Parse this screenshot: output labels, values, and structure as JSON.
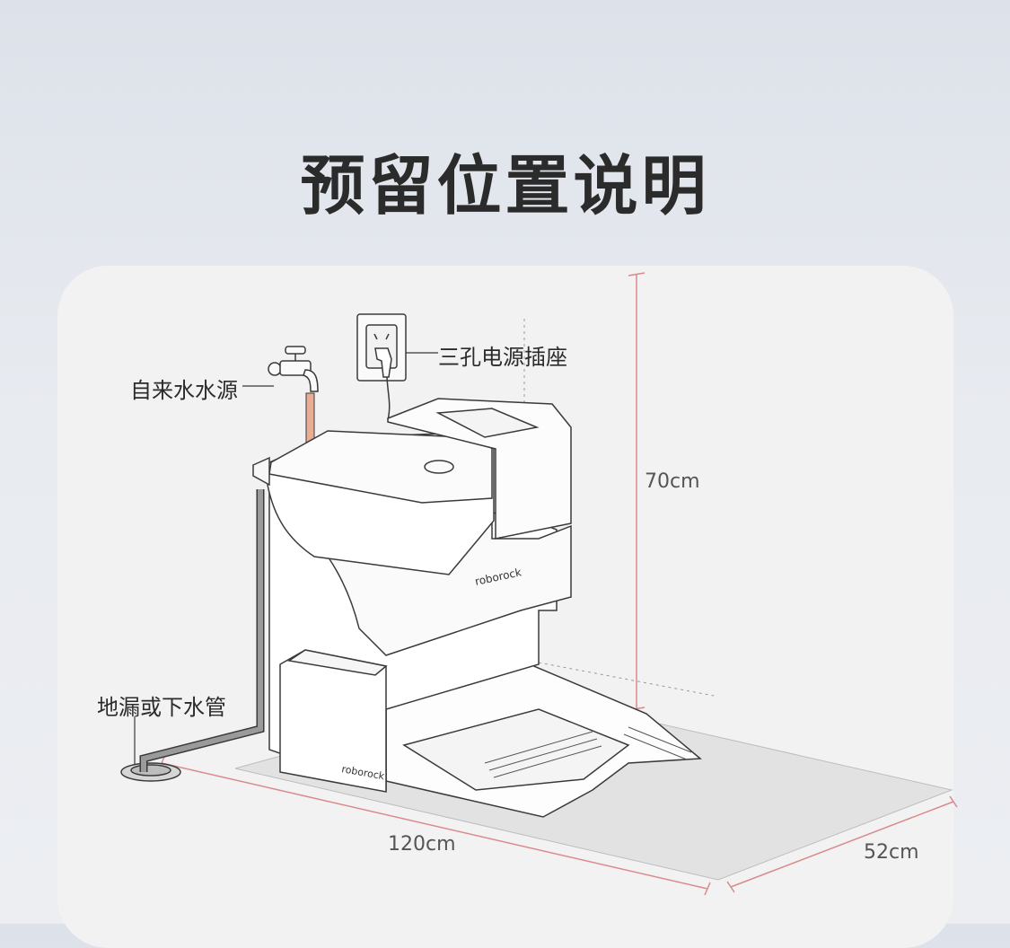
{
  "title": "预留位置说明",
  "callouts": {
    "water_source": "自来水水源",
    "power_socket": "三孔电源插座",
    "drain": "地漏或下水管"
  },
  "dimensions": {
    "height": "70cm",
    "width": "120cm",
    "depth": "52cm"
  },
  "brand": {
    "front_logo": "roborock",
    "side_logo": "roborock"
  },
  "colors": {
    "dimension_line": "#d98a8a",
    "water_pipe": "#e7ad95",
    "outline": "#3a3a3a"
  }
}
